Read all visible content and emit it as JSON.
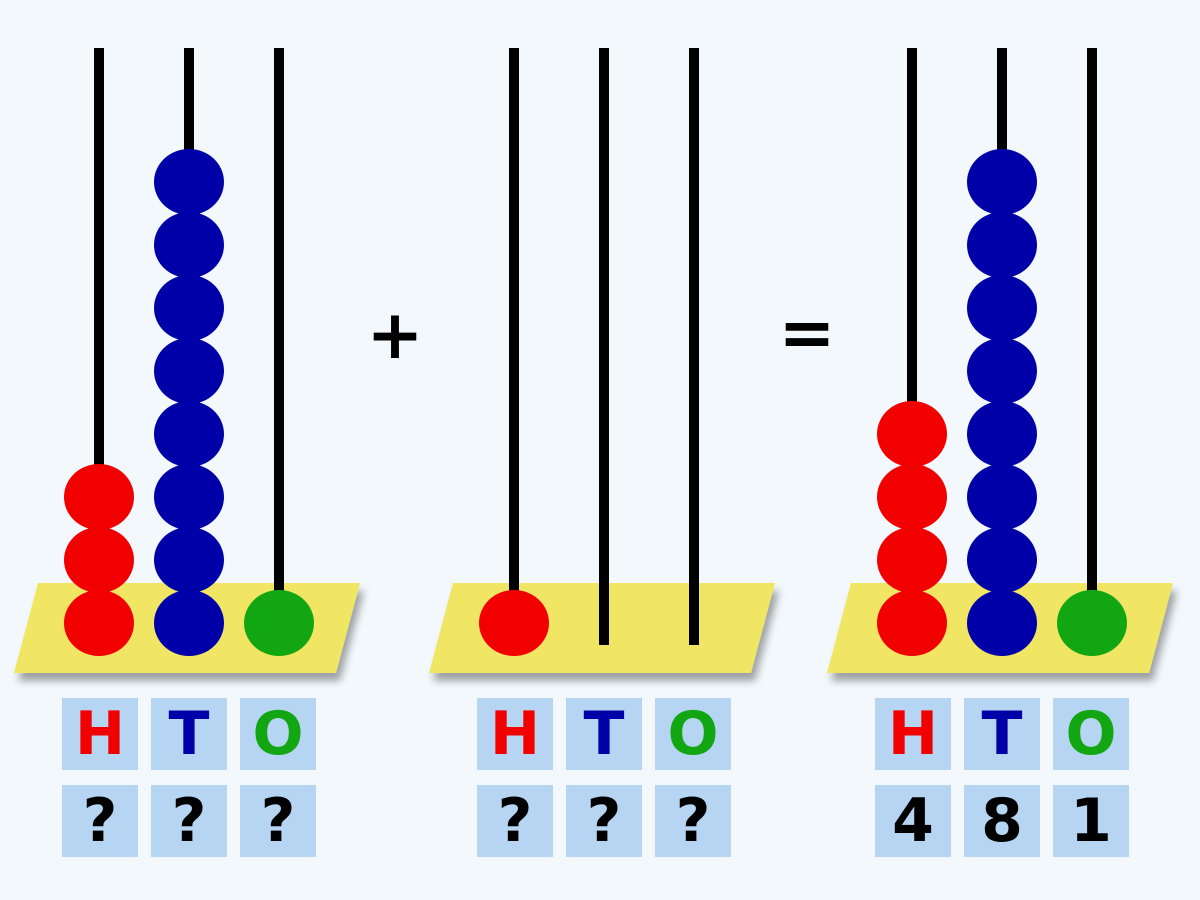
{
  "operators": {
    "plus": "+",
    "equals": "="
  },
  "place_labels": [
    "H",
    "T",
    "O"
  ],
  "colors": {
    "hundreds": "#f20000",
    "tens": "#0000a8",
    "ones": "#13a613",
    "base": "#f0e664",
    "label_box": "#b5d5f2",
    "rod": "#000000"
  },
  "abaci": [
    {
      "name": "addend-1",
      "beads": {
        "hundreds": 3,
        "tens": 8,
        "ones": 1
      },
      "digits": [
        "?",
        "?",
        "?"
      ]
    },
    {
      "name": "addend-2",
      "beads": {
        "hundreds": 1,
        "tens": 0,
        "ones": 0
      },
      "digits": [
        "?",
        "?",
        "?"
      ]
    },
    {
      "name": "sum",
      "beads": {
        "hundreds": 4,
        "tens": 8,
        "ones": 1
      },
      "digits": [
        "4",
        "8",
        "1"
      ]
    }
  ]
}
